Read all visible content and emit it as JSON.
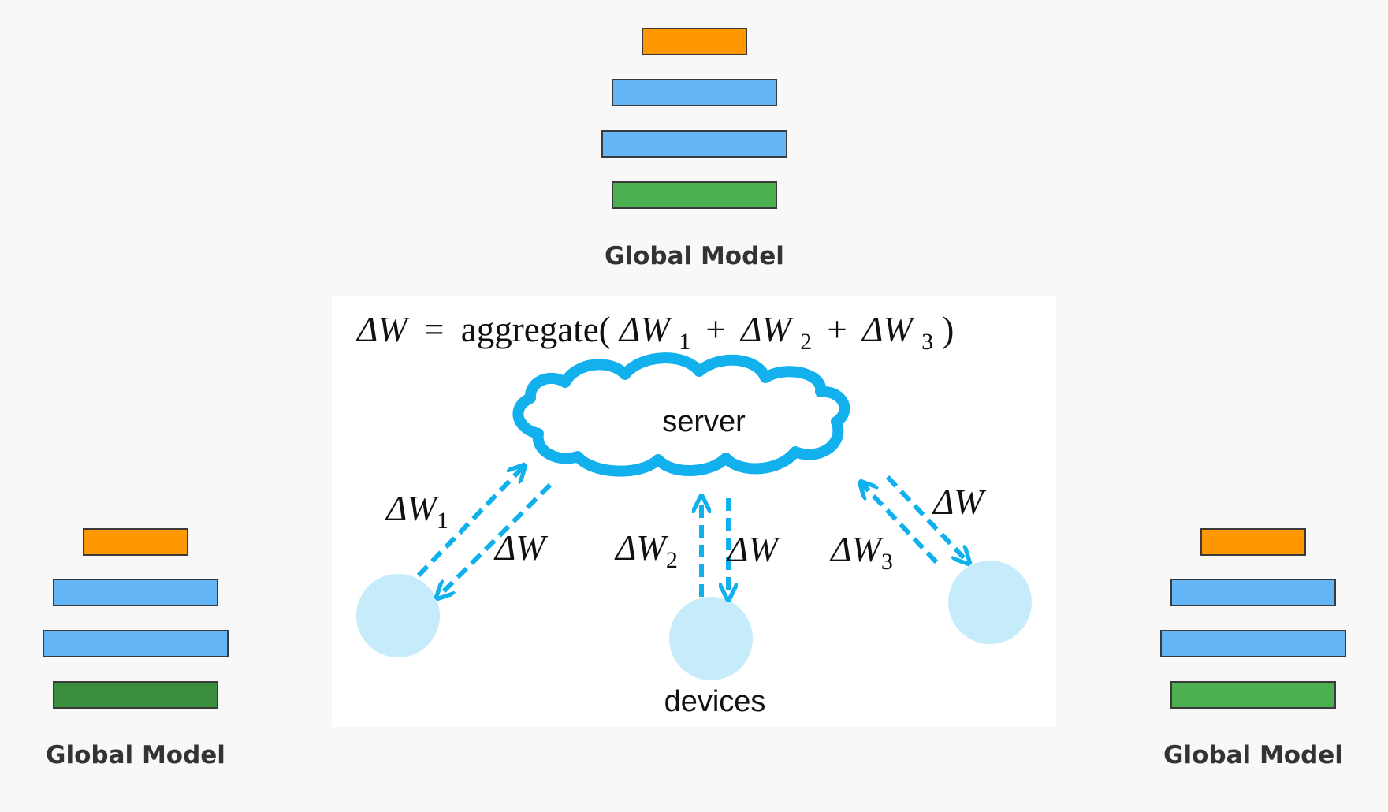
{
  "colors": {
    "output_layer": "#FF9800",
    "hidden_layer": "#64B5F6",
    "input_layer_green": "#4CAF50",
    "input_layer_dark_green": "#388E3C",
    "arrow": "#0FB0EC",
    "cloud": "#12B0EC",
    "device": "#C6ECFC",
    "background": "#F8F8F8"
  },
  "global_models": [
    {
      "id": "top",
      "label": "Global Model",
      "input_color": "#4CAF50"
    },
    {
      "id": "left",
      "label": "Global Model",
      "input_color": "#388E3C"
    },
    {
      "id": "right",
      "label": "Global Model",
      "input_color": "#4CAF50"
    }
  ],
  "diagram": {
    "equation": {
      "lhs": "ΔW",
      "eq": "=",
      "fn": "aggregate(",
      "t1": "ΔW",
      "s1": "1",
      "plus1": "+",
      "t2": "ΔW",
      "s2": "2",
      "plus2": "+",
      "t3": "ΔW",
      "s3": "3",
      "close": ")"
    },
    "server_label": "server",
    "devices_label": "devices",
    "arrow_labels": {
      "up1": "ΔW",
      "up1_sub": "1",
      "down1": "ΔW",
      "up2": "ΔW",
      "up2_sub": "2",
      "down2": "ΔW",
      "up3": "ΔW",
      "up3_sub": "3",
      "down3": "ΔW"
    }
  }
}
